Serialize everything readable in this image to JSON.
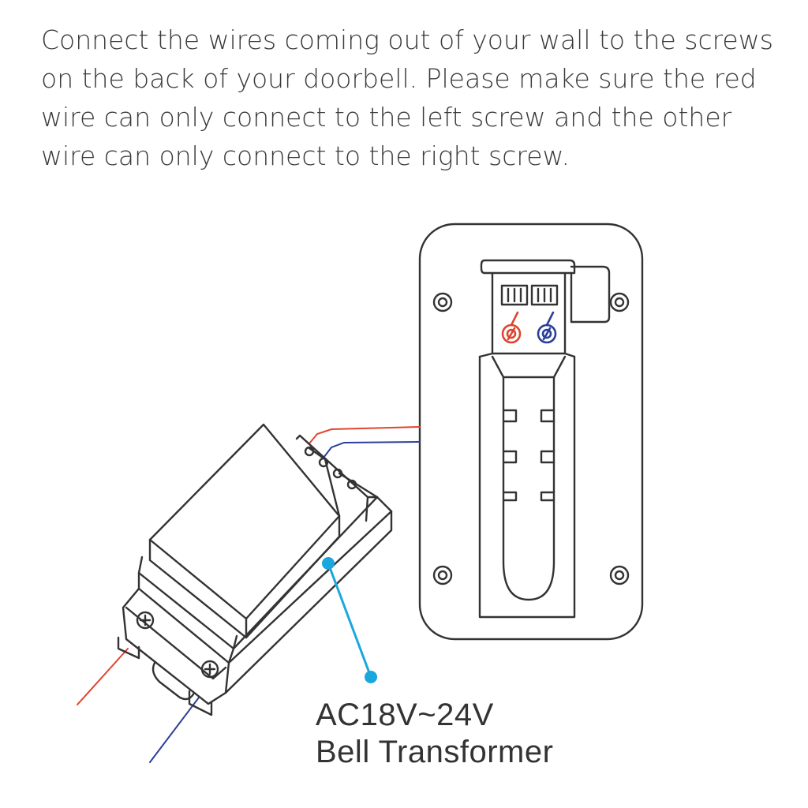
{
  "instructions": {
    "text": "Connect the wires coming out of your wall to the screws on the back of your doorbell. Please make sure the red wire can only connect to the left screw and the other wire can only connect to the right screw."
  },
  "callout": {
    "voltage": "AC18V~24V",
    "name": "Bell Transformer"
  },
  "colors": {
    "line": "#333333",
    "red_wire": "#e0452f",
    "blue_wire": "#2b3f9a",
    "callout": "#1aa7dd"
  }
}
